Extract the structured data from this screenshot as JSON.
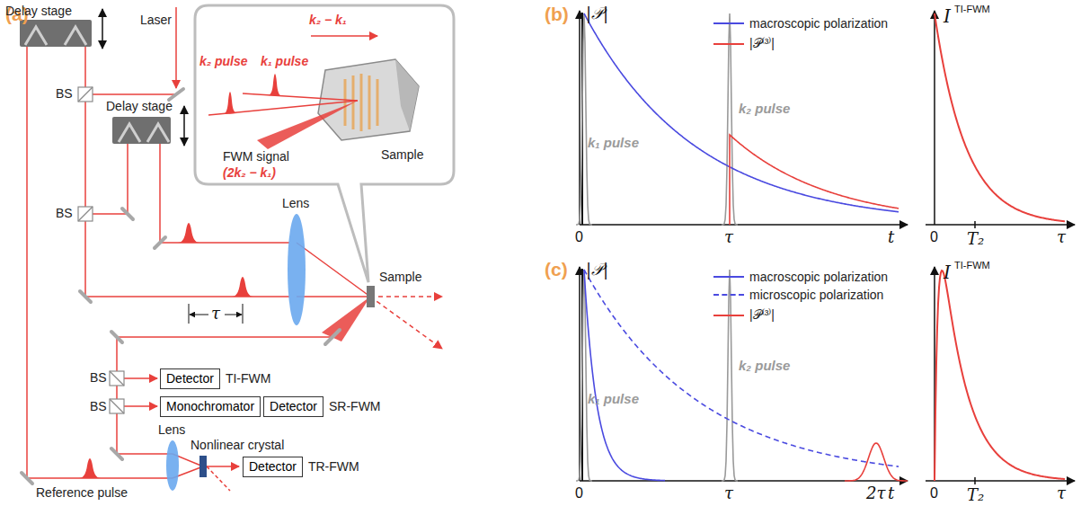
{
  "diagram": {
    "nodes": [
      {
        "text": [
          "Detector"
        ]
      },
      {
        "text": [
          "Monochromator"
        ]
      },
      {
        "text": [
          "Detector"
        ]
      },
      {
        "text": [
          "Detector"
        ]
      }
    ],
    "labels": [
      "(a)",
      "Delay stage",
      "Laser",
      "BS",
      "Delay stage",
      "BS",
      "τ",
      "Lens",
      "Sample",
      "k₂ pulse",
      "k₁ pulse",
      "k₂ − k₁",
      "Sample",
      "FWM signal",
      "(2k₂ − k₁)",
      "BS",
      "TI-FWM",
      "BS",
      "SR-FWM",
      "Lens",
      "Nonlinear crystal",
      "TR-FWM",
      "Reference pulse",
      "(b)",
      "|𝒫|",
      "k₁ pulse",
      "k₂ pulse",
      "0",
      "τ",
      "t",
      "I",
      "TI-FWM",
      "0",
      "T₂",
      "τ",
      "(c)",
      "|𝒫|",
      "k₁ pulse",
      "k₂ pulse",
      "0",
      "τ",
      "2τ",
      "t",
      "I",
      "TI-FWM",
      "0",
      "T₂",
      "τ"
    ],
    "legend": [
      {
        "text": "macroscopic polarization"
      },
      {
        "text": "|𝒫⁽³⁾|"
      },
      {
        "text": "macroscopic polarization"
      },
      {
        "text": "microscopic polarization"
      },
      {
        "text": "|𝒫⁽³⁾|"
      }
    ]
  }
}
